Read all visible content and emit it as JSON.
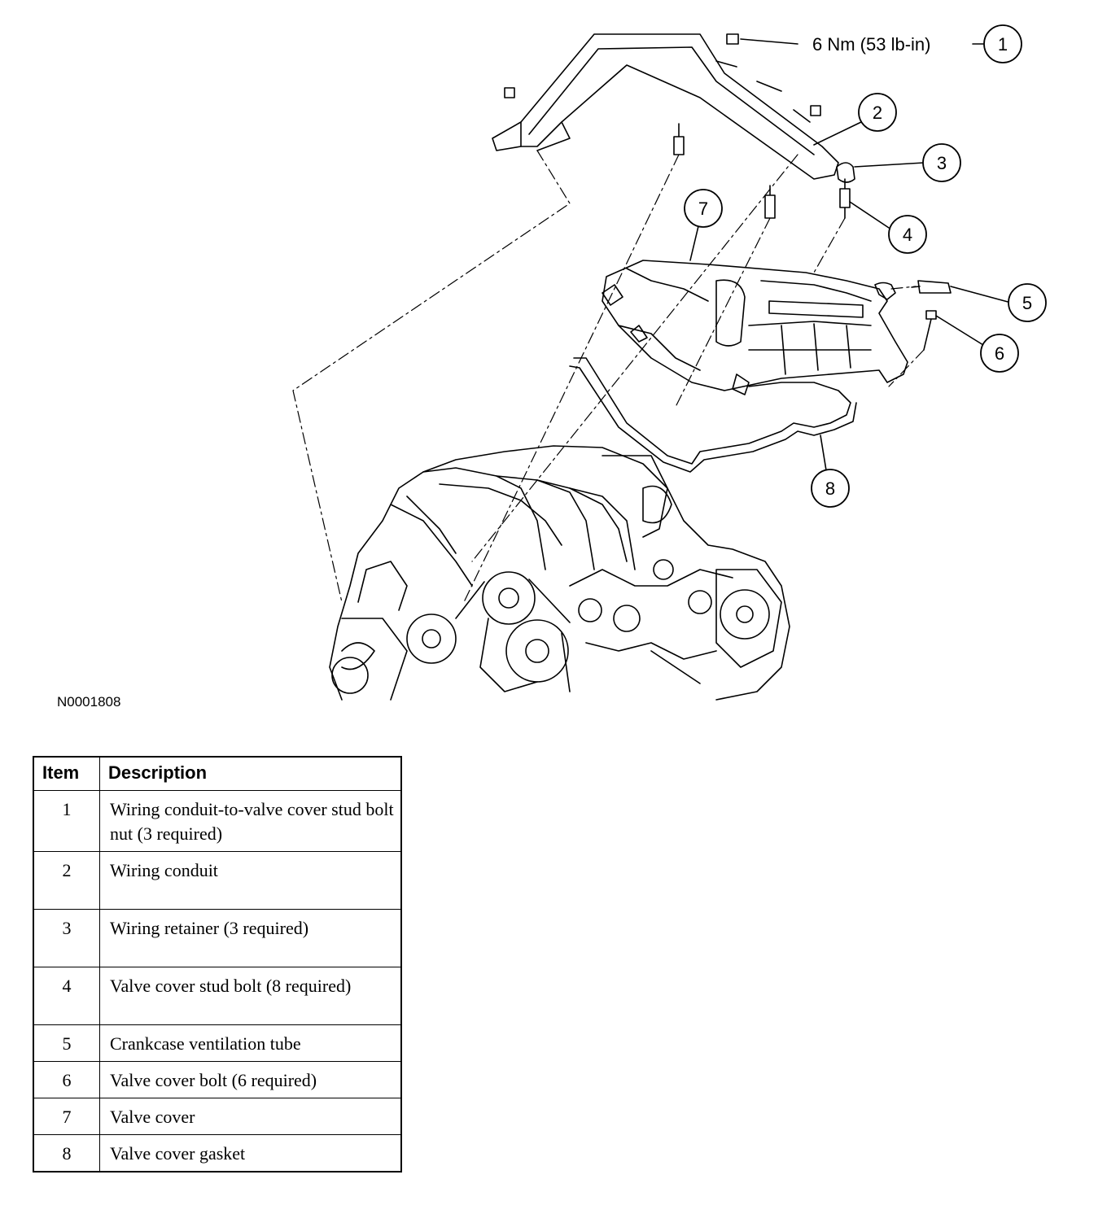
{
  "figure": {
    "id": "N0001808",
    "torque_spec": "6 Nm (53 lb-in)",
    "callouts": [
      "1",
      "2",
      "3",
      "4",
      "5",
      "6",
      "7",
      "8"
    ]
  },
  "legend": {
    "headers": {
      "item": "Item",
      "description": "Description"
    },
    "rows": [
      {
        "item": "1",
        "description": "Wiring conduit-to-valve cover stud bolt nut (3 required)"
      },
      {
        "item": "2",
        "description": "Wiring conduit"
      },
      {
        "item": "3",
        "description": "Wiring retainer (3 required)"
      },
      {
        "item": "4",
        "description": "Valve cover stud bolt (8 required)"
      },
      {
        "item": "5",
        "description": "Crankcase ventilation tube"
      },
      {
        "item": "6",
        "description": "Valve cover bolt (6 required)"
      },
      {
        "item": "7",
        "description": "Valve cover"
      },
      {
        "item": "8",
        "description": "Valve cover gasket"
      }
    ]
  }
}
